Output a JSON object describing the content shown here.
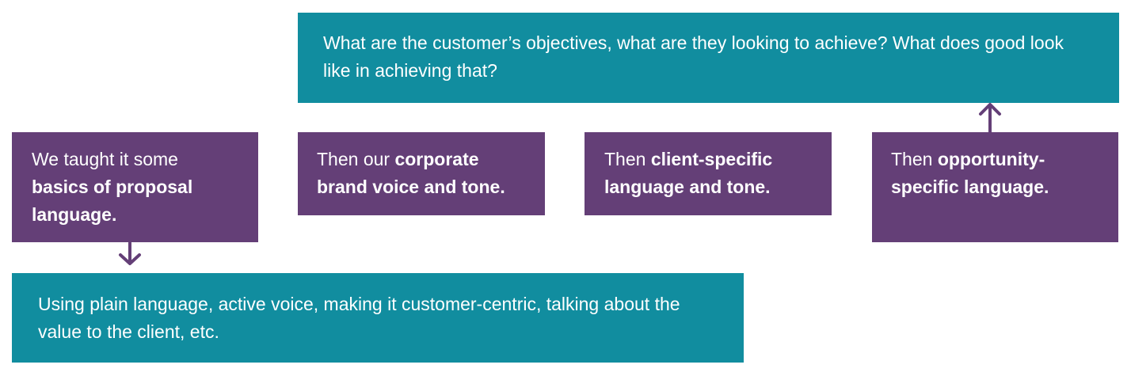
{
  "colors": {
    "purple": "#643f77",
    "teal": "#118d9f",
    "text": "#ffffff"
  },
  "top_box": {
    "text": "What are the customer’s objectives, what are they looking to achieve? What does good look like in achieving that?"
  },
  "steps": [
    {
      "prefix": "We taught it some ",
      "bold": "basics of proposal language."
    },
    {
      "prefix": "Then our ",
      "bold": "corporate brand voice and tone."
    },
    {
      "prefix": "Then ",
      "bold": "client-specific language and tone."
    },
    {
      "prefix": "Then ",
      "bold": "opportunity-specific language."
    }
  ],
  "bottom_box": {
    "text": "Using plain language, active voice, making it customer-centric, talking about the value to the client, etc."
  },
  "icons": {
    "arrow_down": "arrow-down-icon",
    "arrow_up": "arrow-up-icon"
  }
}
